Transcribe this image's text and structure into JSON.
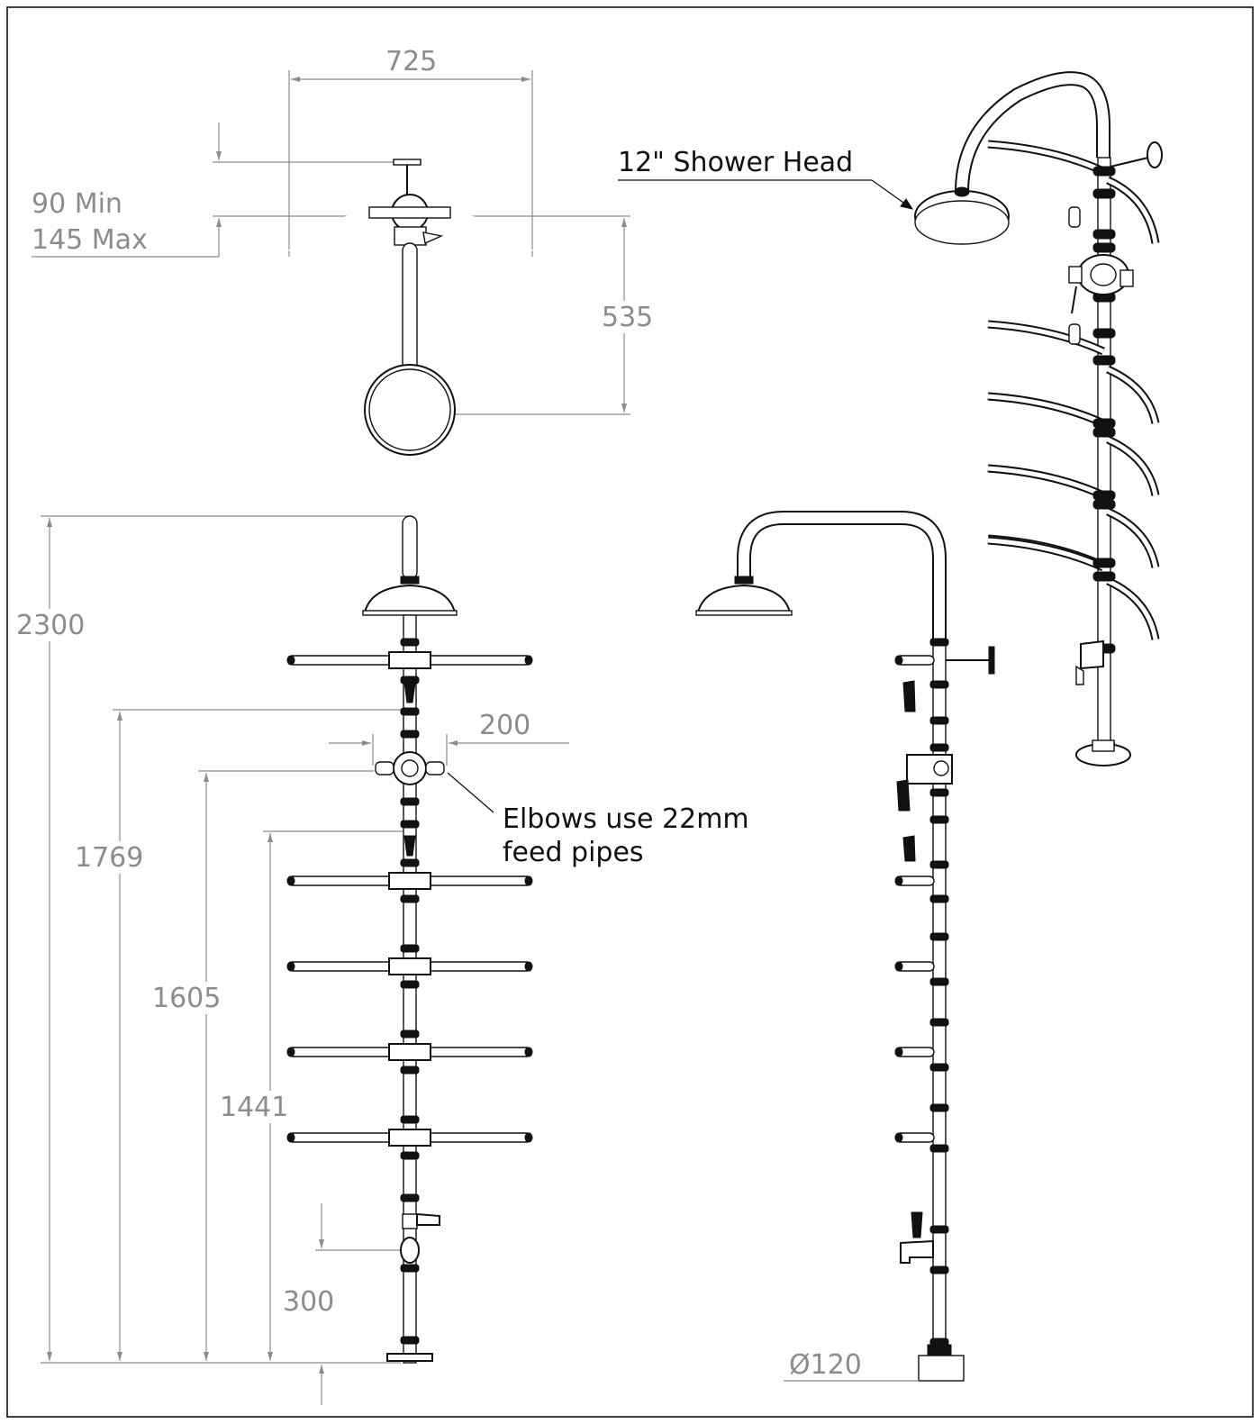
{
  "labels": {
    "top_width": "725",
    "depth_min": "90 Min",
    "depth_max": "145 Max",
    "arm_reach": "535",
    "shower_head": "12\" Shower Head",
    "total_height": "2300",
    "elbow_spacing": "200",
    "height_1769": "1769",
    "height_1605": "1605",
    "height_1441": "1441",
    "tap_height": "300",
    "elbows_note_line1": "Elbows use 22mm",
    "elbows_note_line2": "feed pipes",
    "base_diameter": "Ø120"
  }
}
